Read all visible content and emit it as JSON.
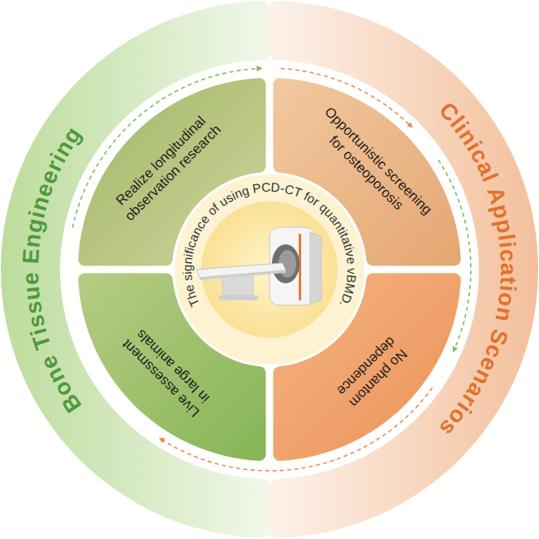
{
  "diagram": {
    "nodes": [
      {
        "text": [
          "Bone Tissue Engineering"
        ]
      },
      {
        "text": [
          "Realize longitudinal observation research"
        ],
        "in": 0
      },
      {
        "text": [
          "Live assessment in large animals"
        ],
        "in": 0
      },
      {
        "text": [
          "Clinical Application Scenarios"
        ]
      },
      {
        "text": [
          "Opportunistic screening for osteoporosis"
        ],
        "in": 3
      },
      {
        "text": [
          "No phantom dependence"
        ],
        "in": 3
      },
      {
        "text": [
          "The significance of using PCD-CT for quantitative vBMD."
        ]
      }
    ],
    "edges": [
      {
        "from": 1,
        "to": 4,
        "arrow": "to"
      },
      {
        "from": 4,
        "to": 5,
        "arrow": "to"
      },
      {
        "from": 5,
        "to": 2,
        "arrow": "to"
      }
    ]
  }
}
